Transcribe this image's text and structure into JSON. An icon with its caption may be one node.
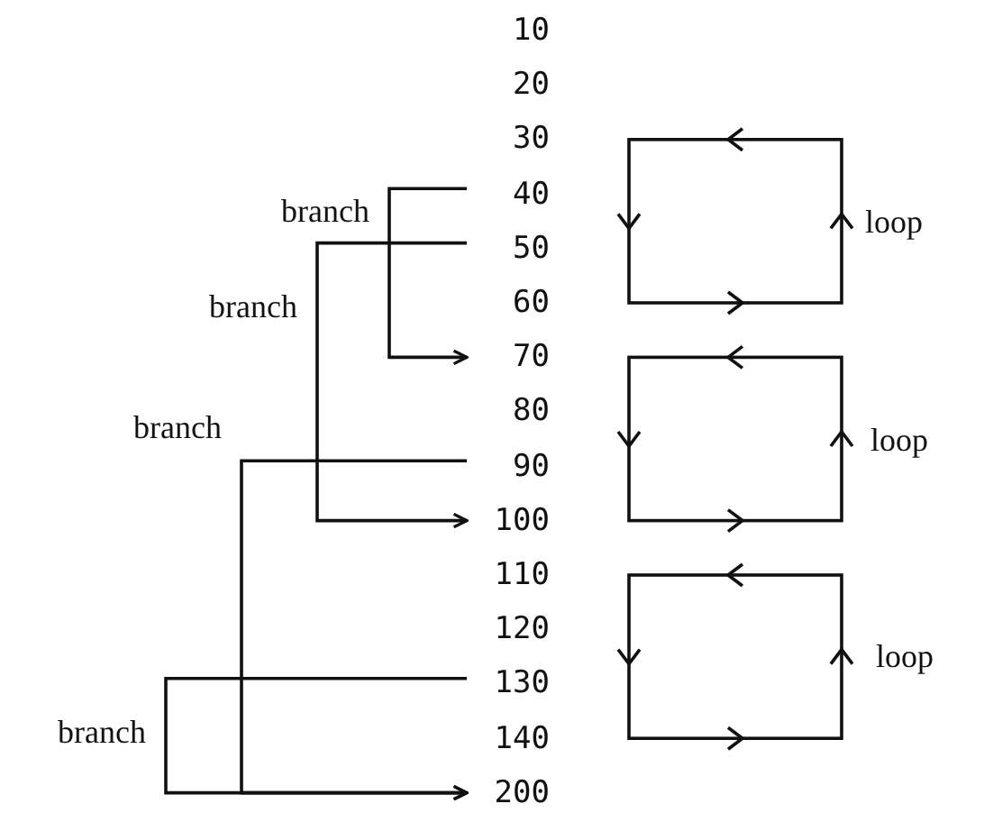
{
  "diagram": {
    "nodes": [
      {
        "text": [
          "10"
        ]
      },
      {
        "text": [
          "20"
        ]
      },
      {
        "text": [
          "30"
        ]
      },
      {
        "text": [
          "40"
        ]
      },
      {
        "text": [
          "50"
        ]
      },
      {
        "text": [
          "60"
        ]
      },
      {
        "text": [
          "70"
        ]
      },
      {
        "text": [
          "80"
        ]
      },
      {
        "text": [
          "90"
        ]
      },
      {
        "text": [
          "100"
        ]
      },
      {
        "text": [
          "110"
        ]
      },
      {
        "text": [
          "120"
        ]
      },
      {
        "text": [
          "130"
        ]
      },
      {
        "text": [
          "140"
        ]
      },
      {
        "text": [
          "200"
        ]
      }
    ],
    "edges": [
      {
        "from": 3,
        "to": 6,
        "label": "branch",
        "arrow": "to"
      },
      {
        "from": 4,
        "to": 9,
        "label": "branch",
        "arrow": "to"
      },
      {
        "from": 8,
        "to": 14,
        "label": "branch",
        "arrow": "to"
      },
      {
        "from": 12,
        "to": 14,
        "label": "branch",
        "arrow": "to"
      }
    ],
    "labels": [
      "loop",
      "loop",
      "loop"
    ]
  }
}
